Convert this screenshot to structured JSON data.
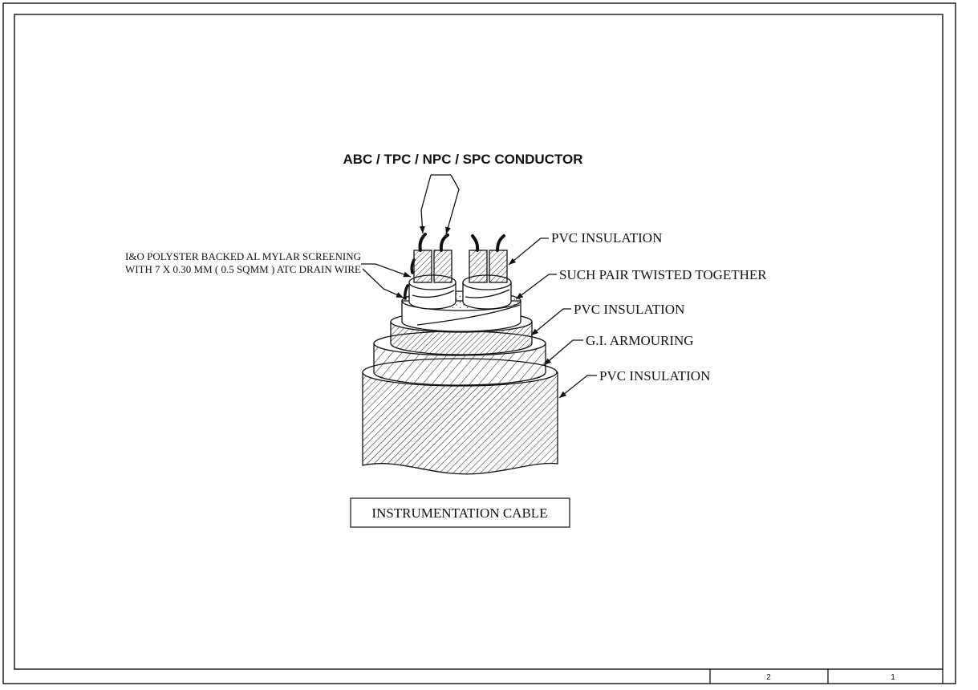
{
  "drawing": {
    "conductor_label": "ABC / TPC / NPC / SPC CONDUCTOR",
    "screening_label_line1": "I&O POLYSTER BACKED AL MYLAR SCREENING",
    "screening_label_line2": "WITH 7 X 0.30 MM ( 0.5 SQMM ) ATC DRAIN WIRE",
    "core_insulation_label": "PVC INSULATION",
    "pair_label": "SUCH PAIR TWISTED TOGETHER",
    "inner_sheath_label": "PVC INSULATION",
    "armour_label": "G.I. ARMOURING",
    "outer_sheath_label": "PVC INSULATION",
    "title": "INSTRUMENTATION CABLE"
  },
  "border": {
    "zone_left": "2",
    "zone_right": "1"
  }
}
